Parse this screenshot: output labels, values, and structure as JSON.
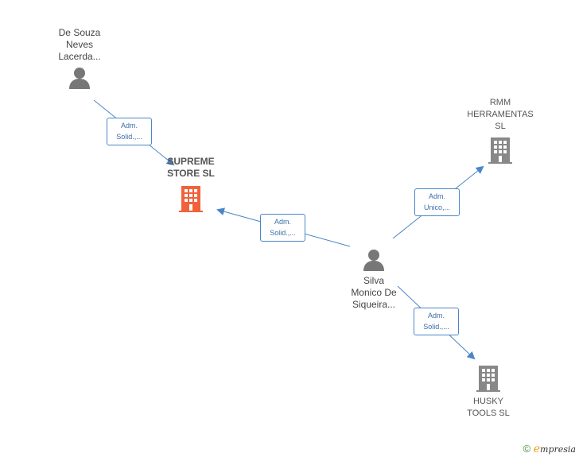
{
  "colors": {
    "edge": "#4a86c8",
    "person_icon": "#777777",
    "company_icon": "#888888",
    "focus_company_icon": "#f0623a"
  },
  "nodes": {
    "de_souza": {
      "label": "De Souza\nNeves\nLacerda...",
      "icon": "person-icon"
    },
    "supreme": {
      "label": "SUPREME\nSTORE  SL",
      "icon": "building-icon"
    },
    "rmm": {
      "label": "RMM\nHERRAMENTAS\nSL",
      "icon": "building-icon"
    },
    "silva": {
      "label": "Silva\nMonico De\nSiqueira...",
      "icon": "person-icon"
    },
    "husky": {
      "label": "HUSKY\nTOOLS  SL",
      "icon": "building-icon"
    }
  },
  "edges": {
    "e1": {
      "line1": "Adm.",
      "line2": "Solid.,..."
    },
    "e2": {
      "line1": "Adm.",
      "line2": "Solid.,..."
    },
    "e3": {
      "line1": "Adm.",
      "line2": "Unico,..."
    },
    "e4": {
      "line1": "Adm.",
      "line2": "Solid.,..."
    }
  },
  "footer": {
    "copyright": "©",
    "brand_initial": "e",
    "brand_rest": "mpresia"
  }
}
